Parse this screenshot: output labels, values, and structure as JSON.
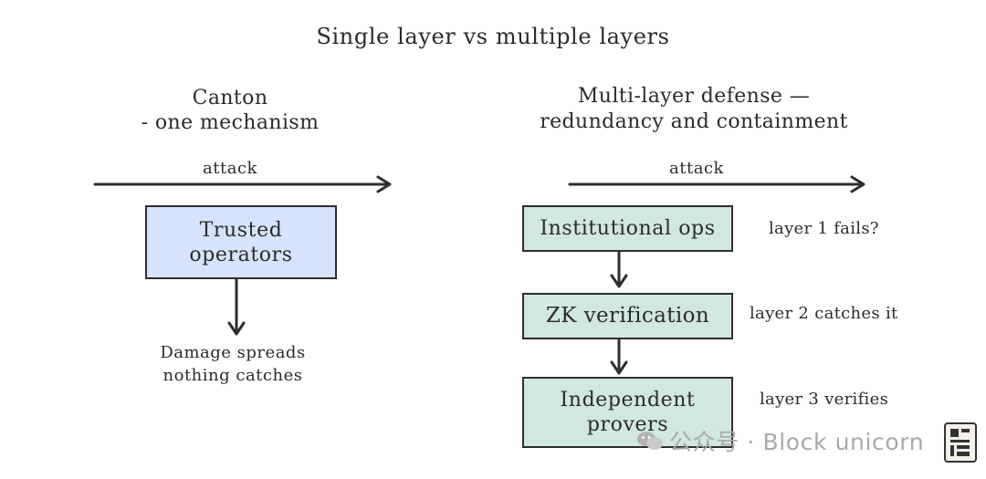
{
  "title": "Single layer vs multiple layers",
  "left": {
    "heading_line1": "Canton",
    "heading_line2": "- one mechanism",
    "attack_label": "attack",
    "box_line1": "Trusted",
    "box_line2": "operators",
    "outcome_line1": "Damage spreads",
    "outcome_line2": "nothing catches"
  },
  "right": {
    "heading_line1": "Multi-layer defense —",
    "heading_line2": "redundancy and containment",
    "attack_label": "attack",
    "layers": [
      {
        "label": "Institutional ops",
        "note": "layer 1 fails?"
      },
      {
        "label": "ZK verification",
        "note": "layer 2 catches it"
      },
      {
        "label_line1": "Independent",
        "label_line2": "provers",
        "note": "layer 3 verifies"
      }
    ]
  },
  "watermark": {
    "text": "公众号 · Block unicorn"
  },
  "colors": {
    "left_box_fill": "#d6e4fb",
    "right_box_fill": "#cfe8e0",
    "stroke": "#2e2e2e"
  }
}
